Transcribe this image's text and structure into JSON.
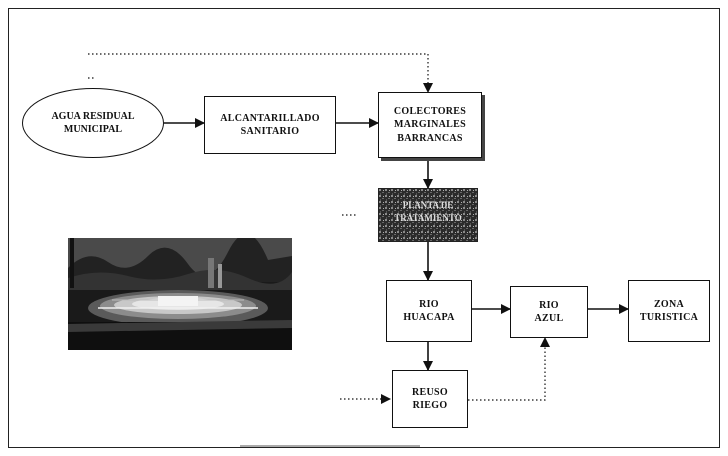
{
  "nodes": {
    "agua_residual": "AGUA RESIDUAL\nMUNICIPAL",
    "alcantarillado": "ALCANTARILLADO\nSANITARIO",
    "colectores": "COLECTORES\nMARGINALES\nBARRANCAS",
    "planta": "PLANTA DE\nTRATAMIENTO",
    "rio_huacapa": "RIO\nHUACAPA",
    "rio_azul": "RIO\nAZUL",
    "zona_turistica": "ZONA\nTURISTICA",
    "reuso_riego": "REUSO\nRIEGO"
  },
  "colors": {
    "line": "#111111",
    "plant_fill": "#2b2b2b"
  }
}
